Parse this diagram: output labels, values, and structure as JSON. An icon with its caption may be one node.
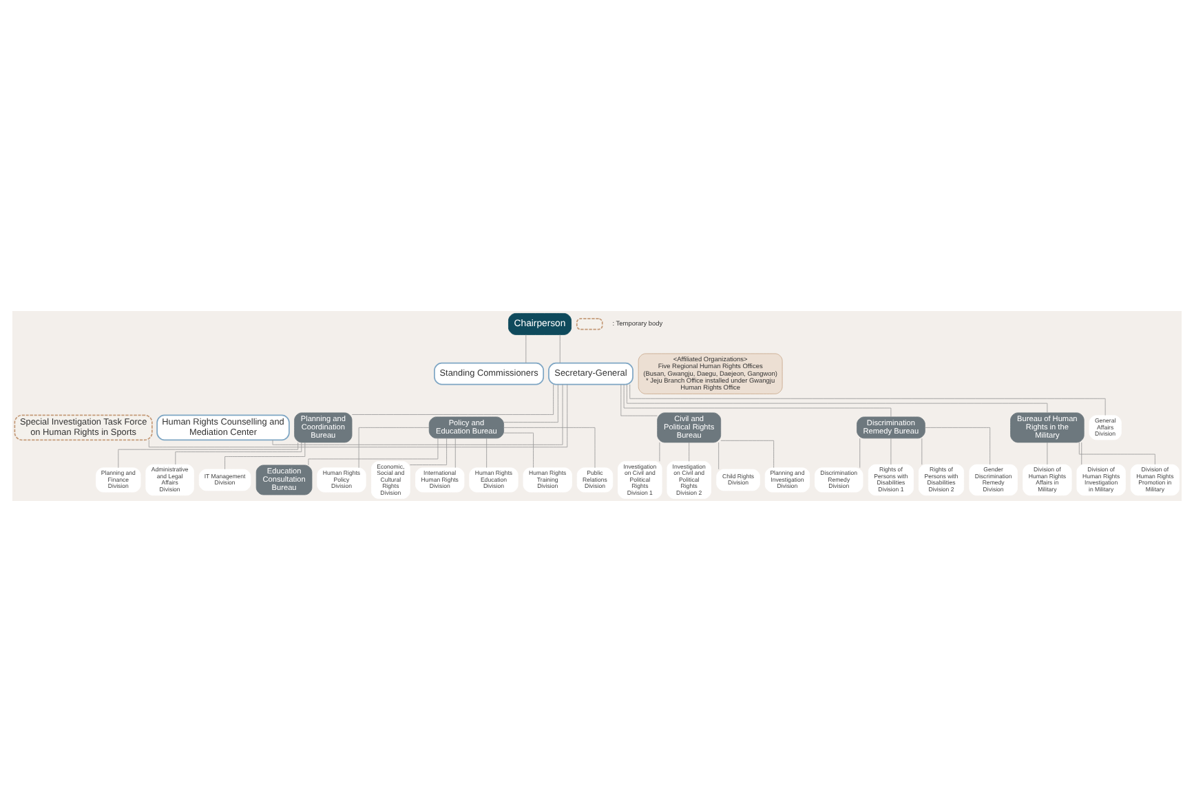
{
  "diagram": {
    "nodes": [
      {
        "text": [
          "Chairperson"
        ]
      },
      {
        "text": [
          "Standing Commissioners"
        ]
      },
      {
        "text": [
          "Secretary-General"
        ]
      },
      {
        "text": [
          "Special Investigation Task Force on Human Rights in Sports"
        ]
      },
      {
        "text": [
          "Human Rights Counselling and Mediation Center"
        ]
      },
      {
        "text": [
          "Planning and Coordination Bureau"
        ]
      },
      {
        "text": [
          "Policy and Education Bureau"
        ]
      },
      {
        "text": [
          "Civil and Political Rights Bureau"
        ]
      },
      {
        "text": [
          "Discrimination Remedy Bureau"
        ]
      },
      {
        "text": [
          "Bureau of Human Rights in the Military"
        ]
      },
      {
        "text": [
          "Education Consultation Bureau"
        ]
      },
      {
        "text": [
          "Planning and Finance Division"
        ]
      },
      {
        "text": [
          "Administrative and Legal Affairs Division"
        ]
      },
      {
        "text": [
          "IT Management Division"
        ]
      },
      {
        "text": [
          "General Affairs Division"
        ]
      },
      {
        "text": [
          "Human Rights Policy Division"
        ]
      },
      {
        "text": [
          "Economic, Social and Cultural Rights Division"
        ]
      },
      {
        "text": [
          "International Human Rights Division"
        ]
      },
      {
        "text": [
          "Human Rights Education Division"
        ]
      },
      {
        "text": [
          "Human Rights Training Division"
        ]
      },
      {
        "text": [
          "Public Relations Division"
        ]
      },
      {
        "text": [
          "Investigation on Civil and Political Rights Division 1"
        ]
      },
      {
        "text": [
          "Investigation on Civil and Political Rights Division 2"
        ]
      },
      {
        "text": [
          "Child Rights Division"
        ]
      },
      {
        "text": [
          "Planning and Investigation Division"
        ]
      },
      {
        "text": [
          "Discrimination Remedy Division"
        ]
      },
      {
        "text": [
          "Rights of Persons with Disabilities Division 1"
        ]
      },
      {
        "text": [
          "Rights of Persons with Disabilities Division 2"
        ]
      },
      {
        "text": [
          "Gender Discrimination Remedy Division"
        ]
      },
      {
        "text": [
          "Division of Human Rights Affairs in Military"
        ]
      },
      {
        "text": [
          "Division of Human Rights Investigation in Military"
        ]
      },
      {
        "text": [
          "Division of Human Rights Promotion in Military"
        ]
      },
      {
        "text": [
          "<Affiliated Organizations>",
          "Five Regional Human Rights Offices",
          "(Busan, Gwangju, Daegu, Daejeon, Gangwon)",
          "* Jeju Branch Office installed under Gwangju Human Rights Office"
        ]
      }
    ],
    "edges": [
      {
        "from": 0,
        "to": 1,
        "arrow": "none"
      },
      {
        "from": 0,
        "to": 2,
        "arrow": "none"
      },
      {
        "from": 2,
        "to": 3,
        "arrow": "none"
      },
      {
        "from": 2,
        "to": 4,
        "arrow": "none"
      },
      {
        "from": 2,
        "to": 5,
        "arrow": "none"
      },
      {
        "from": 2,
        "to": 14,
        "arrow": "none"
      },
      {
        "from": 2,
        "to": 6,
        "arrow": "none"
      },
      {
        "from": 2,
        "to": 7,
        "arrow": "none"
      },
      {
        "from": 2,
        "to": 8,
        "arrow": "none"
      },
      {
        "from": 2,
        "to": 9,
        "arrow": "none"
      },
      {
        "from": 6,
        "to": 10,
        "arrow": "none"
      },
      {
        "from": 5,
        "to": 11,
        "arrow": "none"
      },
      {
        "from": 5,
        "to": 12,
        "arrow": "none"
      },
      {
        "from": 5,
        "to": 13,
        "arrow": "none"
      },
      {
        "from": 6,
        "to": 15,
        "arrow": "none"
      },
      {
        "from": 6,
        "to": 16,
        "arrow": "none"
      },
      {
        "from": 6,
        "to": 17,
        "arrow": "none"
      },
      {
        "from": 6,
        "to": 18,
        "arrow": "none"
      },
      {
        "from": 6,
        "to": 19,
        "arrow": "none"
      },
      {
        "from": 6,
        "to": 20,
        "arrow": "none"
      },
      {
        "from": 7,
        "to": 21,
        "arrow": "none"
      },
      {
        "from": 7,
        "to": 22,
        "arrow": "none"
      },
      {
        "from": 7,
        "to": 23,
        "arrow": "none"
      },
      {
        "from": 7,
        "to": 24,
        "arrow": "none"
      },
      {
        "from": 8,
        "to": 25,
        "arrow": "none"
      },
      {
        "from": 8,
        "to": 26,
        "arrow": "none"
      },
      {
        "from": 8,
        "to": 27,
        "arrow": "none"
      },
      {
        "from": 8,
        "to": 28,
        "arrow": "none"
      },
      {
        "from": 9,
        "to": 29,
        "arrow": "none"
      },
      {
        "from": 9,
        "to": 30,
        "arrow": "none"
      },
      {
        "from": 9,
        "to": 31,
        "arrow": "none"
      }
    ],
    "legend": [
      {
        "text": ": Temporary body"
      }
    ]
  }
}
